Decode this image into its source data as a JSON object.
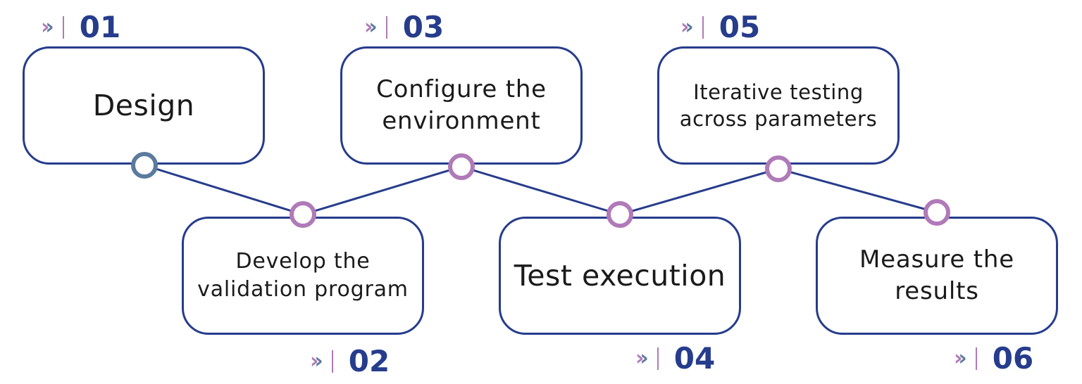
{
  "colors": {
    "border": "#263c8c",
    "number": "#263c8c",
    "node_first": "#5b7b9e",
    "node_other": "#b07ab8",
    "separator": "#b07ab8"
  },
  "steps": [
    {
      "number": "01",
      "label": "Design"
    },
    {
      "number": "02",
      "label": "Develop the\nvalidation program"
    },
    {
      "number": "03",
      "label": "Configure the\nenvironment"
    },
    {
      "number": "04",
      "label": "Test execution"
    },
    {
      "number": "05",
      "label": "Iterative testing\nacross parameters"
    },
    {
      "number": "06",
      "label": "Measure the\nresults"
    }
  ],
  "chevron_icon": "double-chevron-right-icon",
  "separator_glyph": "|"
}
